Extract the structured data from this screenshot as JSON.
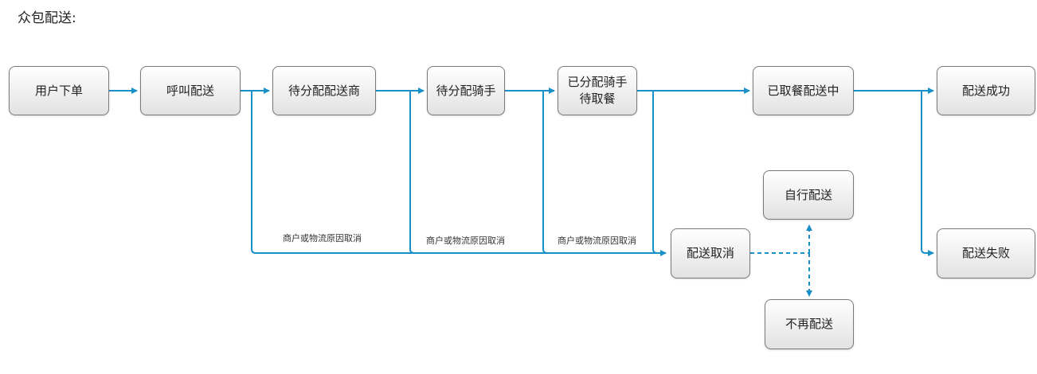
{
  "title": "众包配送:",
  "nodes": {
    "user_order": "用户下单",
    "call_delivery": "呼叫配送",
    "await_merchant": "待分配配送商",
    "await_rider": "待分配骑手",
    "rider_assigned_line1": "已分配骑手",
    "rider_assigned_line2": "待取餐",
    "picked_delivering": "已取餐配送中",
    "delivery_success": "配送成功",
    "self_delivery": "自行配送",
    "delivery_cancel": "配送取消",
    "delivery_failed": "配送失败",
    "no_redelivery": "不再配送"
  },
  "edge_labels": {
    "cancel_1": "商户或物流原因取消",
    "cancel_2": "商户或物流原因取消",
    "cancel_3": "商户或物流原因取消"
  },
  "colors": {
    "connector": "#1a8fc8",
    "node_border": "#7a7a7a"
  }
}
